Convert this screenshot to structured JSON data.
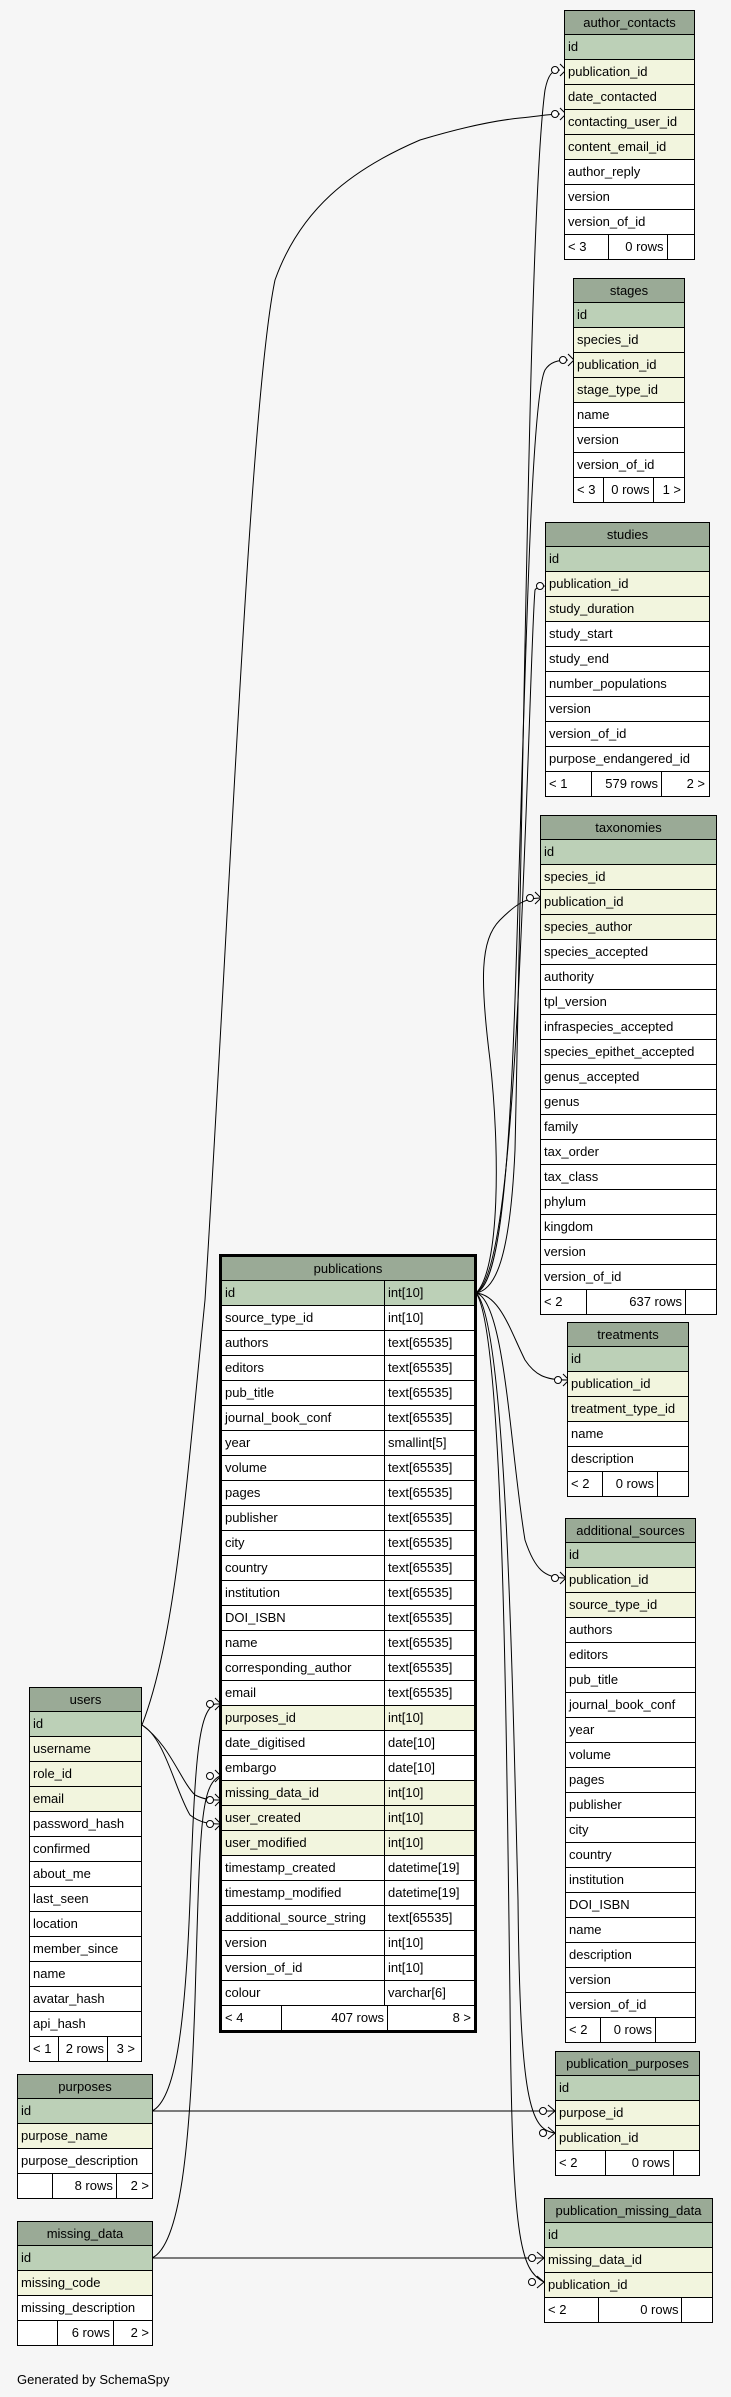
{
  "generated_by": "Generated by SchemaSpy",
  "tables": {
    "author_contacts": {
      "name": "author_contacts",
      "columns": [
        {
          "name": "id",
          "kind": "pk"
        },
        {
          "name": "publication_id",
          "kind": "fk"
        },
        {
          "name": "date_contacted",
          "kind": "fk"
        },
        {
          "name": "contacting_user_id",
          "kind": "fk"
        },
        {
          "name": "content_email_id",
          "kind": "fk"
        },
        {
          "name": "author_reply",
          "kind": ""
        },
        {
          "name": "version",
          "kind": ""
        },
        {
          "name": "version_of_id",
          "kind": ""
        }
      ],
      "footer": [
        "< 3",
        "0 rows",
        ""
      ]
    },
    "stages": {
      "name": "stages",
      "columns": [
        {
          "name": "id",
          "kind": "pk"
        },
        {
          "name": "species_id",
          "kind": "fk"
        },
        {
          "name": "publication_id",
          "kind": "fk"
        },
        {
          "name": "stage_type_id",
          "kind": "fk"
        },
        {
          "name": "name",
          "kind": ""
        },
        {
          "name": "version",
          "kind": ""
        },
        {
          "name": "version_of_id",
          "kind": ""
        }
      ],
      "footer": [
        "< 3",
        "0 rows",
        "1 >"
      ]
    },
    "studies": {
      "name": "studies",
      "columns": [
        {
          "name": "id",
          "kind": "pk"
        },
        {
          "name": "publication_id",
          "kind": "fk"
        },
        {
          "name": "study_duration",
          "kind": "fk"
        },
        {
          "name": "study_start",
          "kind": ""
        },
        {
          "name": "study_end",
          "kind": ""
        },
        {
          "name": "number_populations",
          "kind": ""
        },
        {
          "name": "version",
          "kind": ""
        },
        {
          "name": "version_of_id",
          "kind": ""
        },
        {
          "name": "purpose_endangered_id",
          "kind": ""
        }
      ],
      "footer": [
        "< 1",
        "579 rows",
        "2 >"
      ]
    },
    "taxonomies": {
      "name": "taxonomies",
      "columns": [
        {
          "name": "id",
          "kind": "pk"
        },
        {
          "name": "species_id",
          "kind": "fk"
        },
        {
          "name": "publication_id",
          "kind": "fk"
        },
        {
          "name": "species_author",
          "kind": "fk"
        },
        {
          "name": "species_accepted",
          "kind": ""
        },
        {
          "name": "authority",
          "kind": ""
        },
        {
          "name": "tpl_version",
          "kind": ""
        },
        {
          "name": "infraspecies_accepted",
          "kind": ""
        },
        {
          "name": "species_epithet_accepted",
          "kind": ""
        },
        {
          "name": "genus_accepted",
          "kind": ""
        },
        {
          "name": "genus",
          "kind": ""
        },
        {
          "name": "family",
          "kind": ""
        },
        {
          "name": "tax_order",
          "kind": ""
        },
        {
          "name": "tax_class",
          "kind": ""
        },
        {
          "name": "phylum",
          "kind": ""
        },
        {
          "name": "kingdom",
          "kind": ""
        },
        {
          "name": "version",
          "kind": ""
        },
        {
          "name": "version_of_id",
          "kind": ""
        }
      ],
      "footer": [
        "< 2",
        "637 rows",
        ""
      ]
    },
    "treatments": {
      "name": "treatments",
      "columns": [
        {
          "name": "id",
          "kind": "pk"
        },
        {
          "name": "publication_id",
          "kind": "fk"
        },
        {
          "name": "treatment_type_id",
          "kind": "fk"
        },
        {
          "name": "name",
          "kind": ""
        },
        {
          "name": "description",
          "kind": ""
        }
      ],
      "footer": [
        "< 2",
        "0 rows",
        ""
      ]
    },
    "additional_sources": {
      "name": "additional_sources",
      "columns": [
        {
          "name": "id",
          "kind": "pk"
        },
        {
          "name": "publication_id",
          "kind": "fk"
        },
        {
          "name": "source_type_id",
          "kind": "fk"
        },
        {
          "name": "authors",
          "kind": ""
        },
        {
          "name": "editors",
          "kind": ""
        },
        {
          "name": "pub_title",
          "kind": ""
        },
        {
          "name": "journal_book_conf",
          "kind": ""
        },
        {
          "name": "year",
          "kind": ""
        },
        {
          "name": "volume",
          "kind": ""
        },
        {
          "name": "pages",
          "kind": ""
        },
        {
          "name": "publisher",
          "kind": ""
        },
        {
          "name": "city",
          "kind": ""
        },
        {
          "name": "country",
          "kind": ""
        },
        {
          "name": "institution",
          "kind": ""
        },
        {
          "name": "DOI_ISBN",
          "kind": ""
        },
        {
          "name": "name",
          "kind": ""
        },
        {
          "name": "description",
          "kind": ""
        },
        {
          "name": "version",
          "kind": ""
        },
        {
          "name": "version_of_id",
          "kind": ""
        }
      ],
      "footer": [
        "< 2",
        "0 rows",
        ""
      ]
    },
    "publication_purposes": {
      "name": "publication_purposes",
      "columns": [
        {
          "name": "id",
          "kind": "pk"
        },
        {
          "name": "purpose_id",
          "kind": "fk"
        },
        {
          "name": "publication_id",
          "kind": "fk"
        }
      ],
      "footer": [
        "< 2",
        "0 rows",
        ""
      ]
    },
    "publication_missing_data": {
      "name": "publication_missing_data",
      "columns": [
        {
          "name": "id",
          "kind": "pk"
        },
        {
          "name": "missing_data_id",
          "kind": "fk"
        },
        {
          "name": "publication_id",
          "kind": "fk"
        }
      ],
      "footer": [
        "< 2",
        "0 rows",
        ""
      ]
    },
    "publications": {
      "name": "publications",
      "columns": [
        {
          "name": "id",
          "type": "int[10]",
          "kind": "pk"
        },
        {
          "name": "source_type_id",
          "type": "int[10]",
          "kind": ""
        },
        {
          "name": "authors",
          "type": "text[65535]",
          "kind": ""
        },
        {
          "name": "editors",
          "type": "text[65535]",
          "kind": ""
        },
        {
          "name": "pub_title",
          "type": "text[65535]",
          "kind": ""
        },
        {
          "name": "journal_book_conf",
          "type": "text[65535]",
          "kind": ""
        },
        {
          "name": "year",
          "type": "smallint[5]",
          "kind": ""
        },
        {
          "name": "volume",
          "type": "text[65535]",
          "kind": ""
        },
        {
          "name": "pages",
          "type": "text[65535]",
          "kind": ""
        },
        {
          "name": "publisher",
          "type": "text[65535]",
          "kind": ""
        },
        {
          "name": "city",
          "type": "text[65535]",
          "kind": ""
        },
        {
          "name": "country",
          "type": "text[65535]",
          "kind": ""
        },
        {
          "name": "institution",
          "type": "text[65535]",
          "kind": ""
        },
        {
          "name": "DOI_ISBN",
          "type": "text[65535]",
          "kind": ""
        },
        {
          "name": "name",
          "type": "text[65535]",
          "kind": ""
        },
        {
          "name": "corresponding_author",
          "type": "text[65535]",
          "kind": ""
        },
        {
          "name": "email",
          "type": "text[65535]",
          "kind": ""
        },
        {
          "name": "purposes_id",
          "type": "int[10]",
          "kind": "fk"
        },
        {
          "name": "date_digitised",
          "type": "date[10]",
          "kind": ""
        },
        {
          "name": "embargo",
          "type": "date[10]",
          "kind": ""
        },
        {
          "name": "missing_data_id",
          "type": "int[10]",
          "kind": "fk"
        },
        {
          "name": "user_created",
          "type": "int[10]",
          "kind": "fk"
        },
        {
          "name": "user_modified",
          "type": "int[10]",
          "kind": "fk"
        },
        {
          "name": "timestamp_created",
          "type": "datetime[19]",
          "kind": ""
        },
        {
          "name": "timestamp_modified",
          "type": "datetime[19]",
          "kind": ""
        },
        {
          "name": "additional_source_string",
          "type": "text[65535]",
          "kind": ""
        },
        {
          "name": "version",
          "type": "int[10]",
          "kind": ""
        },
        {
          "name": "version_of_id",
          "type": "int[10]",
          "kind": ""
        },
        {
          "name": "colour",
          "type": "varchar[6]",
          "kind": ""
        }
      ],
      "footer": [
        "< 4",
        "407 rows",
        "8 >"
      ]
    },
    "users": {
      "name": "users",
      "columns": [
        {
          "name": "id",
          "kind": "pk"
        },
        {
          "name": "username",
          "kind": "fk"
        },
        {
          "name": "role_id",
          "kind": "fk"
        },
        {
          "name": "email",
          "kind": "fk"
        },
        {
          "name": "password_hash",
          "kind": ""
        },
        {
          "name": "confirmed",
          "kind": ""
        },
        {
          "name": "about_me",
          "kind": ""
        },
        {
          "name": "last_seen",
          "kind": ""
        },
        {
          "name": "location",
          "kind": ""
        },
        {
          "name": "member_since",
          "kind": ""
        },
        {
          "name": "name",
          "kind": ""
        },
        {
          "name": "avatar_hash",
          "kind": ""
        },
        {
          "name": "api_hash",
          "kind": ""
        }
      ],
      "footer": [
        "< 1",
        "2 rows",
        "3 >"
      ]
    },
    "purposes": {
      "name": "purposes",
      "columns": [
        {
          "name": "id",
          "kind": "pk"
        },
        {
          "name": "purpose_name",
          "kind": "fk"
        },
        {
          "name": "purpose_description",
          "kind": ""
        }
      ],
      "footer": [
        "",
        "8 rows",
        "2 >"
      ]
    },
    "missing_data": {
      "name": "missing_data",
      "columns": [
        {
          "name": "id",
          "kind": "pk"
        },
        {
          "name": "missing_code",
          "kind": "fk"
        },
        {
          "name": "missing_description",
          "kind": ""
        }
      ],
      "footer": [
        "",
        "6 rows",
        "2 >"
      ]
    }
  }
}
